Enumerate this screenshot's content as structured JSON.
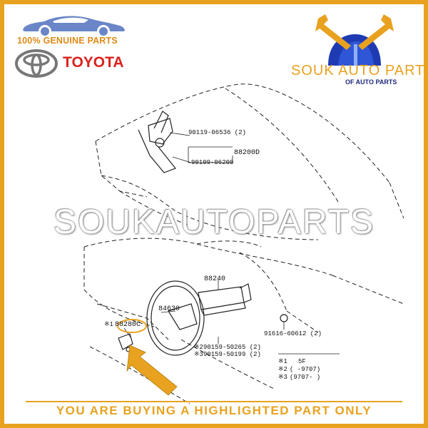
{
  "branding": {
    "genuine_text": "100% GENUINE PARTS",
    "toyota_text": "TOYOTA",
    "souk_name": "SOUK AUTO PARTS",
    "souk_sub": "OF AUTO PARTS",
    "watermark": "SOUKAUTOPARTS",
    "footer": "YOU ARE BUYING A HIGHLIGHTED PART ONLY"
  },
  "colors": {
    "accent": "#e8a21f",
    "toyota_red": "#d9221e",
    "navy": "#1e2a7a",
    "highlight_circle": "#e8a21f"
  },
  "icons": {
    "car": "car-silhouette-icon",
    "toyota": "toyota-emblem-icon",
    "souk": "wrench-crossed-icon",
    "arrow": "pointer-arrow-icon"
  },
  "parts": {
    "p1": "90119-06536 (2)",
    "p2": "88200D",
    "p3": "90109-06200",
    "p4": "88240",
    "p5": "84630",
    "p6": "88280C",
    "p6_mark": "※1",
    "p7": "91616-60612 (2)",
    "p8": "※290159-50265 (2)",
    "p9": "※390159-50199 (2)"
  },
  "legend": {
    "r1_mark": "※1",
    "r1_text": "5F",
    "r2_mark": "※2",
    "r2_text": "(     -9707)",
    "r3_mark": "※3",
    "r3_text": "(9707-     )"
  }
}
